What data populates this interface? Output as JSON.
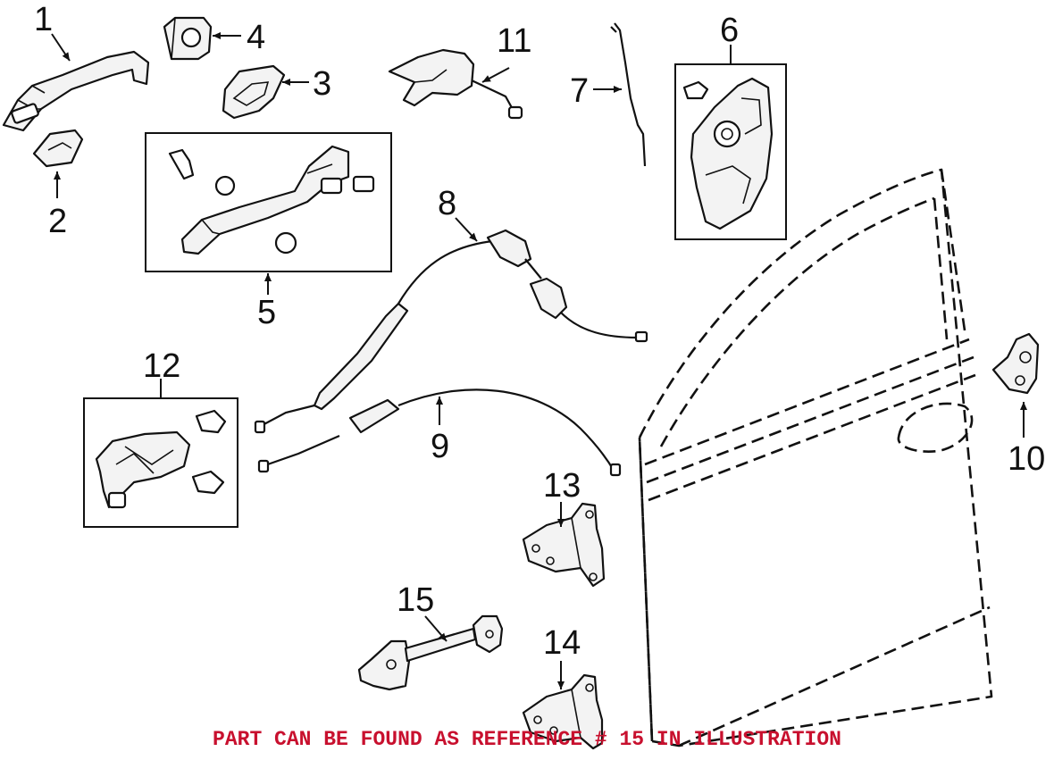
{
  "callouts": {
    "c1": "1",
    "c2": "2",
    "c3": "3",
    "c4": "4",
    "c5": "5",
    "c6": "6",
    "c7": "7",
    "c8": "8",
    "c9": "9",
    "c10": "10",
    "c11": "11",
    "c12": "12",
    "c13": "13",
    "c14": "14",
    "c15": "15"
  },
  "footer_note": "PART CAN BE FOUND AS REFERENCE # 15 IN ILLUSTRATION",
  "colors": {
    "ink": "#111111",
    "note": "#c8102e",
    "background": "#ffffff"
  }
}
